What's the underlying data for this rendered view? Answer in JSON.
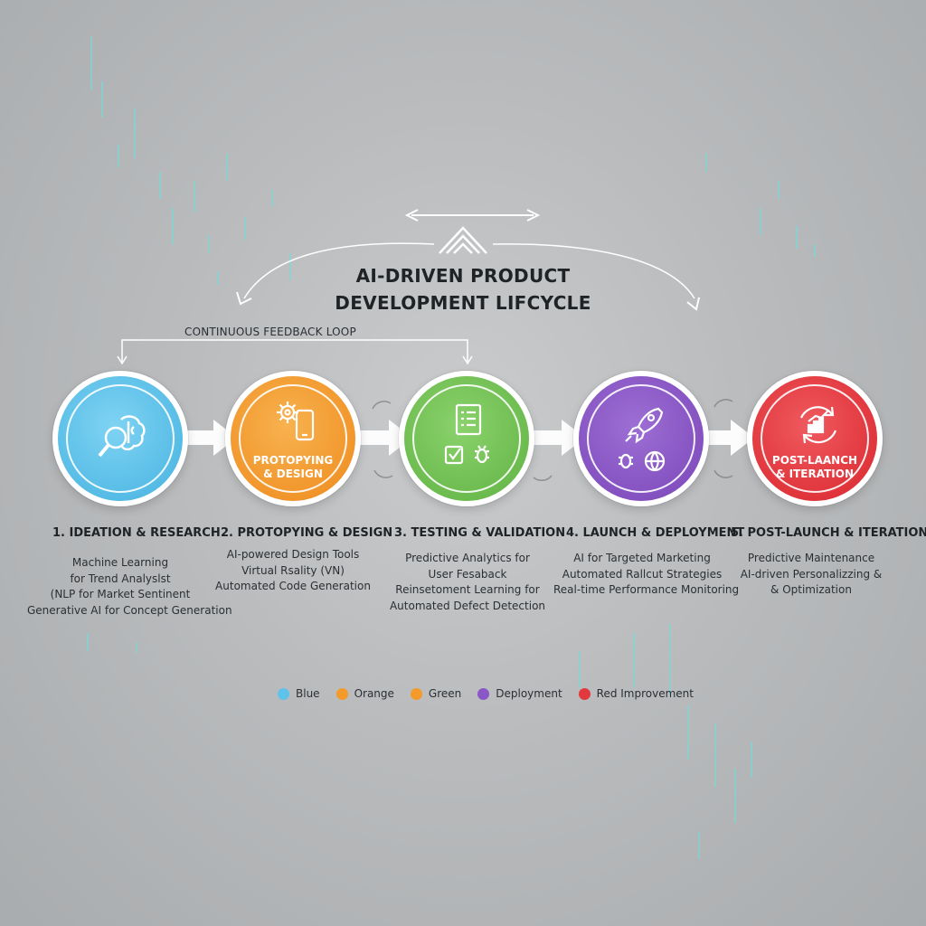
{
  "title": {
    "line1": "AI-DRIVEN PRODUCT",
    "line2": "DEVELOPMENT LIFCYCLE"
  },
  "feedback_label": "CONTINUOUS FEEDBACK LOOP",
  "colors": {
    "blue": "#5ec3ea",
    "orange": "#f39a2b",
    "green": "#6cbf4e",
    "purple": "#8b57c7",
    "red": "#e2393f"
  },
  "stages": [
    {
      "title": "1. IDEATION & RESEARCH",
      "icon": "magnifier-brain-icon",
      "lines": [
        "Machine Learning",
        "for Trend Analyslst",
        "(NLP for Market Sentinent",
        "Generative AI for Concept Generation"
      ]
    },
    {
      "title": "2. PROTOPYING & DESIGN",
      "icon": "gear-phone-icon",
      "inner_label_1": "PROTOPYING",
      "inner_label_2": "& DESIGN",
      "lines": [
        "AI-powered Design Tools",
        "Virtual Rsality (VN)",
        "Automated Code Generation"
      ]
    },
    {
      "title": "3. TESTING & VALIDATION",
      "icon": "checklist-bug-icon",
      "lines": [
        "Predictive Analytics for",
        "User Fesaback",
        "Reinsetoment Learning for",
        "Automated Defect Detection"
      ]
    },
    {
      "title": "4. LAUNCH & DEPLOYMENT",
      "icon": "rocket-globe-icon",
      "lines": [
        "AI for Targeted Marketing",
        "Automated Rallcut Strategies",
        "Real-time Performance Monitoring"
      ]
    },
    {
      "title": "5. POST-LAUNCH & ITERATION",
      "icon": "growth-chart-icon",
      "inner_label_1": "POST-LAANCH",
      "inner_label_2": "& ITERATION",
      "lines": [
        "Predictive Maintenance",
        "AI-driven Personalizzing &",
        "& Optimization"
      ]
    }
  ],
  "legend": [
    {
      "label": "Blue",
      "color": "#5ec3ea"
    },
    {
      "label": "Orange",
      "color": "#f39a2b"
    },
    {
      "label": "Green",
      "color": "#f39a2b"
    },
    {
      "label": "Deployment",
      "color": "#8b57c7"
    },
    {
      "label": "Red Improvement",
      "color": "#e2393f"
    }
  ]
}
